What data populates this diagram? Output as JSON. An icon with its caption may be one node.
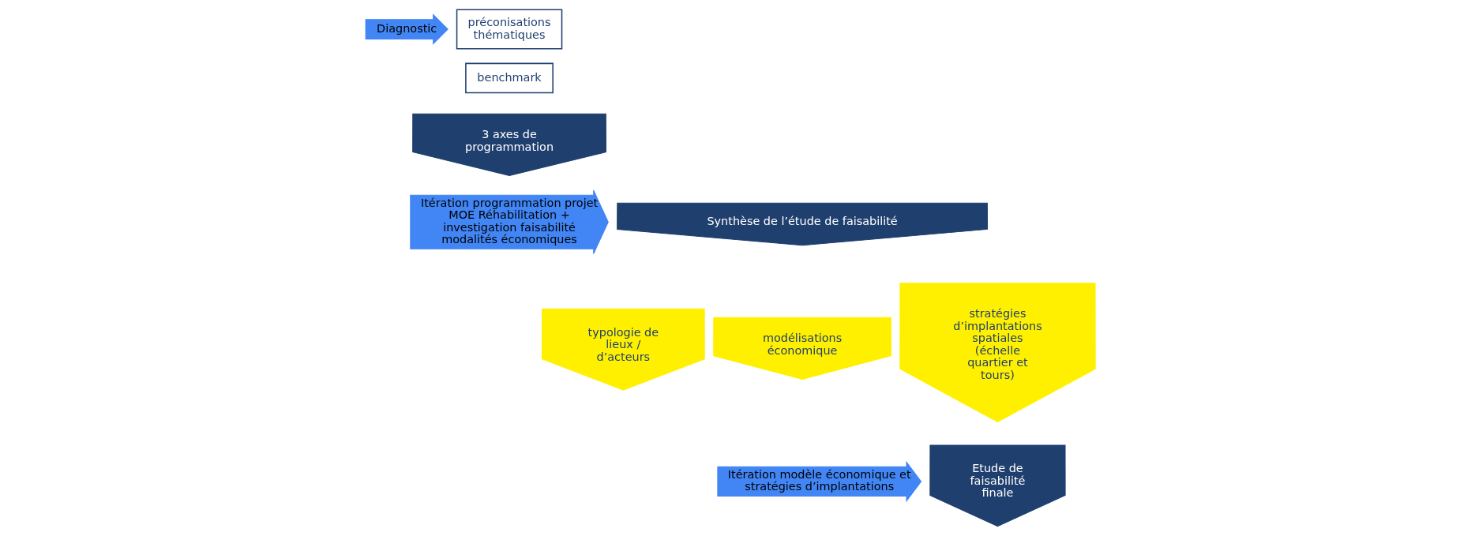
{
  "diagram": {
    "nodes": [
      {
        "text": [
          "Diagnostic"
        ]
      },
      {
        "text": [
          "préconisations thématiques"
        ]
      },
      {
        "text": [
          "benchmark"
        ]
      },
      {
        "text": [
          "3 axes de programmation"
        ]
      },
      {
        "text": [
          "Itération programmation projet MOE Réhabilitation + investigation faisabilité modalités économiques"
        ]
      },
      {
        "text": [
          "Synthèse de l’étude de faisabilité"
        ]
      },
      {
        "text": [
          "typologie de lieux / d’acteurs"
        ]
      },
      {
        "text": [
          "modélisations économique"
        ]
      },
      {
        "text": [
          "stratégies d’implantations spatiales (échelle quartier et tours)"
        ]
      },
      {
        "text": [
          "Itération modèle économique et stratégies d’implantations"
        ]
      },
      {
        "text": [
          "Etude de faisabilité finale"
        ]
      }
    ]
  }
}
